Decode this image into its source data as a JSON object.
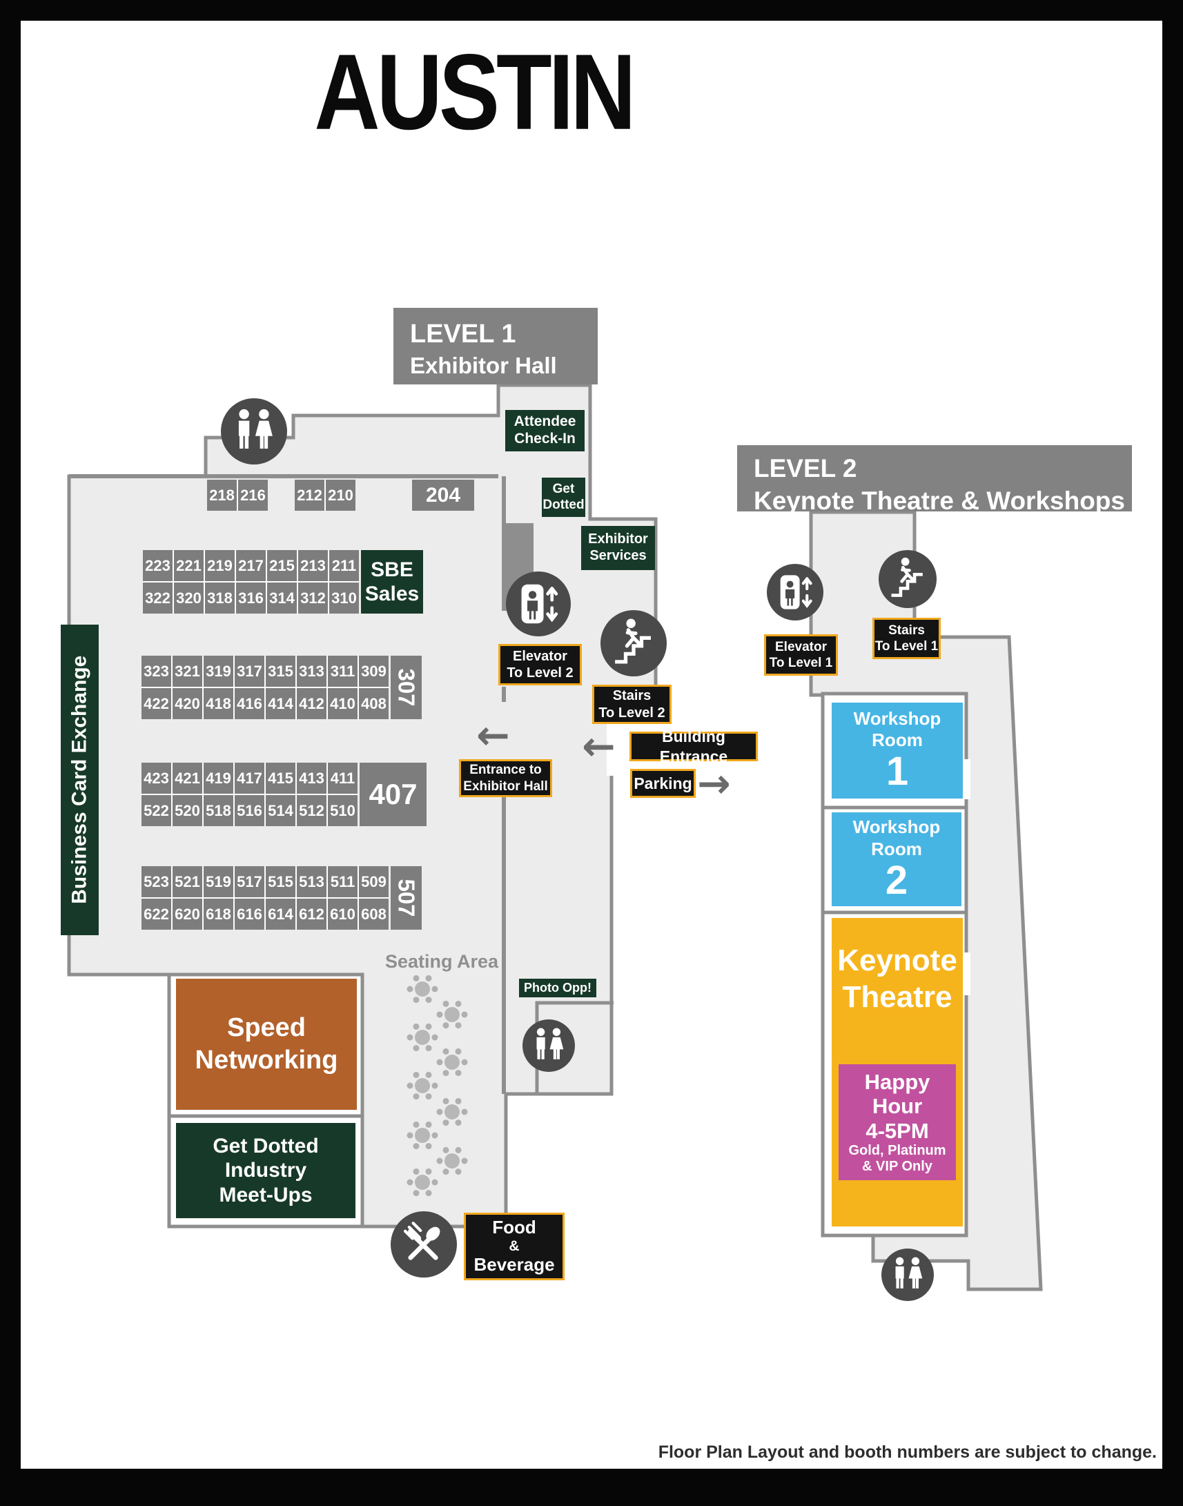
{
  "page": {
    "title": "AUSTIN",
    "disclaimer": "Floor Plan Layout and booth numbers are subject to change."
  },
  "colors": {
    "floor": "#ececec",
    "wall": "#8e8e8e",
    "booth_gray": "#7d7d7d",
    "header_gray": "#828282",
    "dark_green": "#17392a",
    "sign_black": "#141414",
    "sign_gold_border": "#f0a71d",
    "icon_circle": "#4a4a4a",
    "workshop_blue": "#47b5e4",
    "keynote_yellow": "#f6b41c",
    "happy_hour_magenta": "#c1519e",
    "speed_networking_brown": "#b2612b",
    "arrow_gray": "#6b6b6b"
  },
  "level1": {
    "header": {
      "line1": "LEVEL 1",
      "line2": "Exhibitor Hall"
    },
    "signs": {
      "attendee_checkin": {
        "line1": "Attendee",
        "line2": "Check-In"
      },
      "get_dotted": {
        "line1": "Get",
        "line2": "Dotted"
      },
      "exhibitor_services": {
        "line1": "Exhibitor",
        "line2": "Services"
      },
      "sbe_sales": {
        "line1": "SBE",
        "line2": "Sales"
      },
      "business_card_exchange": "Business Card Exchange",
      "photo_opp": "Photo Opp!",
      "speed_networking": {
        "line1": "Speed",
        "line2": "Networking"
      },
      "meet_ups": {
        "line1": "Get Dotted",
        "line2": "Industry",
        "line3": "Meet-Ups"
      },
      "elevator": {
        "line1": "Elevator",
        "line2": "To Level 2"
      },
      "stairs": {
        "line1": "Stairs",
        "line2": "To Level 2"
      },
      "entrance": {
        "line1": "Entrance to",
        "line2": "Exhibitor Hall"
      },
      "building_entrance": "Building Entrance",
      "parking": "Parking",
      "food_beverage": {
        "line1": "Food",
        "line2": "&",
        "line3": "Beverage"
      },
      "seating_area": "Seating Area"
    },
    "booths": {
      "top_row_a": [
        "218",
        "216"
      ],
      "top_row_b": [
        "212",
        "210"
      ],
      "booth_204": "204",
      "block1_rows": [
        [
          "223",
          "221",
          "219",
          "217",
          "215",
          "213",
          "211"
        ],
        [
          "322",
          "320",
          "318",
          "316",
          "314",
          "312",
          "310"
        ]
      ],
      "block2_rows": [
        [
          "323",
          "321",
          "319",
          "317",
          "315",
          "313",
          "311",
          "309"
        ],
        [
          "422",
          "420",
          "418",
          "416",
          "414",
          "412",
          "410",
          "408"
        ]
      ],
      "booth_307": "307",
      "block3_rows": [
        [
          "423",
          "421",
          "419",
          "417",
          "415",
          "413",
          "411"
        ],
        [
          "522",
          "520",
          "518",
          "516",
          "514",
          "512",
          "510"
        ]
      ],
      "booth_407": "407",
      "block4_rows": [
        [
          "523",
          "521",
          "519",
          "517",
          "515",
          "513",
          "511",
          "509"
        ],
        [
          "622",
          "620",
          "618",
          "616",
          "614",
          "612",
          "610",
          "608"
        ]
      ],
      "booth_507": "507"
    }
  },
  "level2": {
    "header": {
      "line1": "LEVEL 2",
      "line2": "Keynote Theatre & Workshops"
    },
    "signs": {
      "elevator": {
        "line1": "Elevator",
        "line2": "To Level 1"
      },
      "stairs": {
        "line1": "Stairs",
        "line2": "To Level 1"
      },
      "workshop_room_1": {
        "line1": "Workshop",
        "line2": "Room",
        "number": "1"
      },
      "workshop_room_2": {
        "line1": "Workshop",
        "line2": "Room",
        "number": "2"
      },
      "keynote_theatre": {
        "line1": "Keynote",
        "line2": "Theatre"
      },
      "happy_hour": {
        "line1": "Happy",
        "line2": "Hour",
        "line3": "4-5PM",
        "line4": "Gold, Platinum",
        "line5": "& VIP Only"
      }
    }
  },
  "icons": {
    "restroom": "restroom",
    "elevator": "elevator",
    "stairs": "stairs",
    "food_beverage": "fork-and-spoon",
    "seating_table": "round-table",
    "arrow_left": "←",
    "arrow_right": "→"
  }
}
